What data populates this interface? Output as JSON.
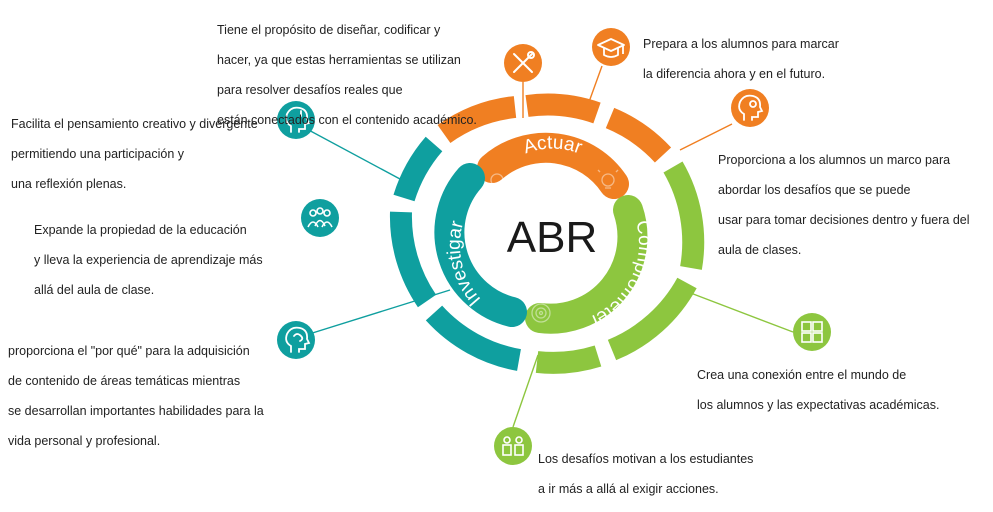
{
  "center": {
    "label": "ABR"
  },
  "phases": [
    {
      "label": "Actuar",
      "color": "#f07f22"
    },
    {
      "label": "Comprometer",
      "color": "#8dc63f"
    },
    {
      "label": "Investigar",
      "color": "#0f9f9f"
    }
  ],
  "colors": {
    "orange": "#f07f22",
    "green": "#8dc63f",
    "teal": "#0f9f9f",
    "text": "#222222"
  },
  "callouts": [
    {
      "icon": "tools-icon",
      "color": "#f07f22",
      "lines": [
        "Tiene el propósito de diseñar, codificar y",
        "hacer, ya que estas herramientas se utilizan",
        "para resolver desafíos reales que",
        "están conectados con el contenido académico."
      ]
    },
    {
      "icon": "graduation-cap-icon",
      "color": "#f07f22",
      "lines": [
        "Prepara a los alumnos para marcar",
        "la diferencia ahora y en el futuro."
      ]
    },
    {
      "icon": "head-idea-icon",
      "color": "#f07f22",
      "lines": [
        "Proporciona a los alumnos un marco para",
        "abordar los desafíos  que se puede",
        "usar para tomar decisiones dentro y fuera del",
        "aula de clases."
      ]
    },
    {
      "icon": "puzzle-icon",
      "color": "#8dc63f",
      "lines": [
        "Crea una conexión entre el mundo de",
        "los alumnos y las expectativas académicas."
      ]
    },
    {
      "icon": "people-icon",
      "color": "#8dc63f",
      "lines": [
        "Los desafíos motivan a los estudiantes",
        "a ir más a allá al exigir acciones."
      ]
    },
    {
      "icon": "brain-head-icon",
      "color": "#0f9f9f",
      "lines": [
        "proporciona el \"por qué\" para la adquisición",
        "de contenido de áreas temáticas mientras",
        "se desarrollan importantes habilidades para la",
        "vida personal y profesional."
      ]
    },
    {
      "icon": "group-icon",
      "color": "#0f9f9f",
      "lines": [
        "Expande la propiedad de la educación",
        "y lleva la experiencia de aprendizaje más",
        "allá del aula de clase."
      ]
    },
    {
      "icon": "thinking-head-icon",
      "color": "#0f9f9f",
      "lines": [
        "Facilita el pensamiento creativo y divergente",
        "permitiendo una participación y",
        "una reflexión plenas."
      ]
    }
  ]
}
